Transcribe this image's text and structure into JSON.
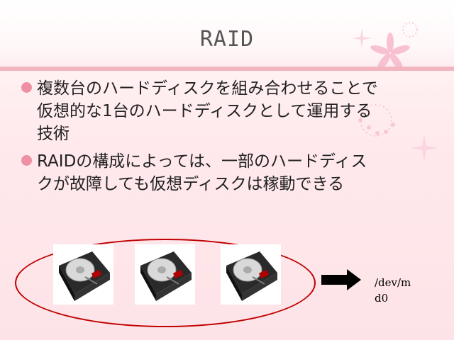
{
  "slide": {
    "title": "RAID",
    "bullets": [
      "複数台のハードディスクを組み合わせることで\n仮想的な1台のハードディスクとして運用する\n技術",
      "RAIDの構成によっては、一部のハードディス\nクが故障しても仮想ディスクは稼動できる"
    ],
    "device_label": "/dev/m\nd0",
    "colors": {
      "bullet": "#ee8fa4",
      "rule": "#f3b6c1",
      "ellipse": "#c00000",
      "arrow": "#000000"
    },
    "icons": [
      "hard-disk-drive-icon",
      "hard-disk-drive-icon",
      "hard-disk-drive-icon",
      "right-arrow-icon",
      "sparkle-flower-decoration-icon"
    ]
  }
}
